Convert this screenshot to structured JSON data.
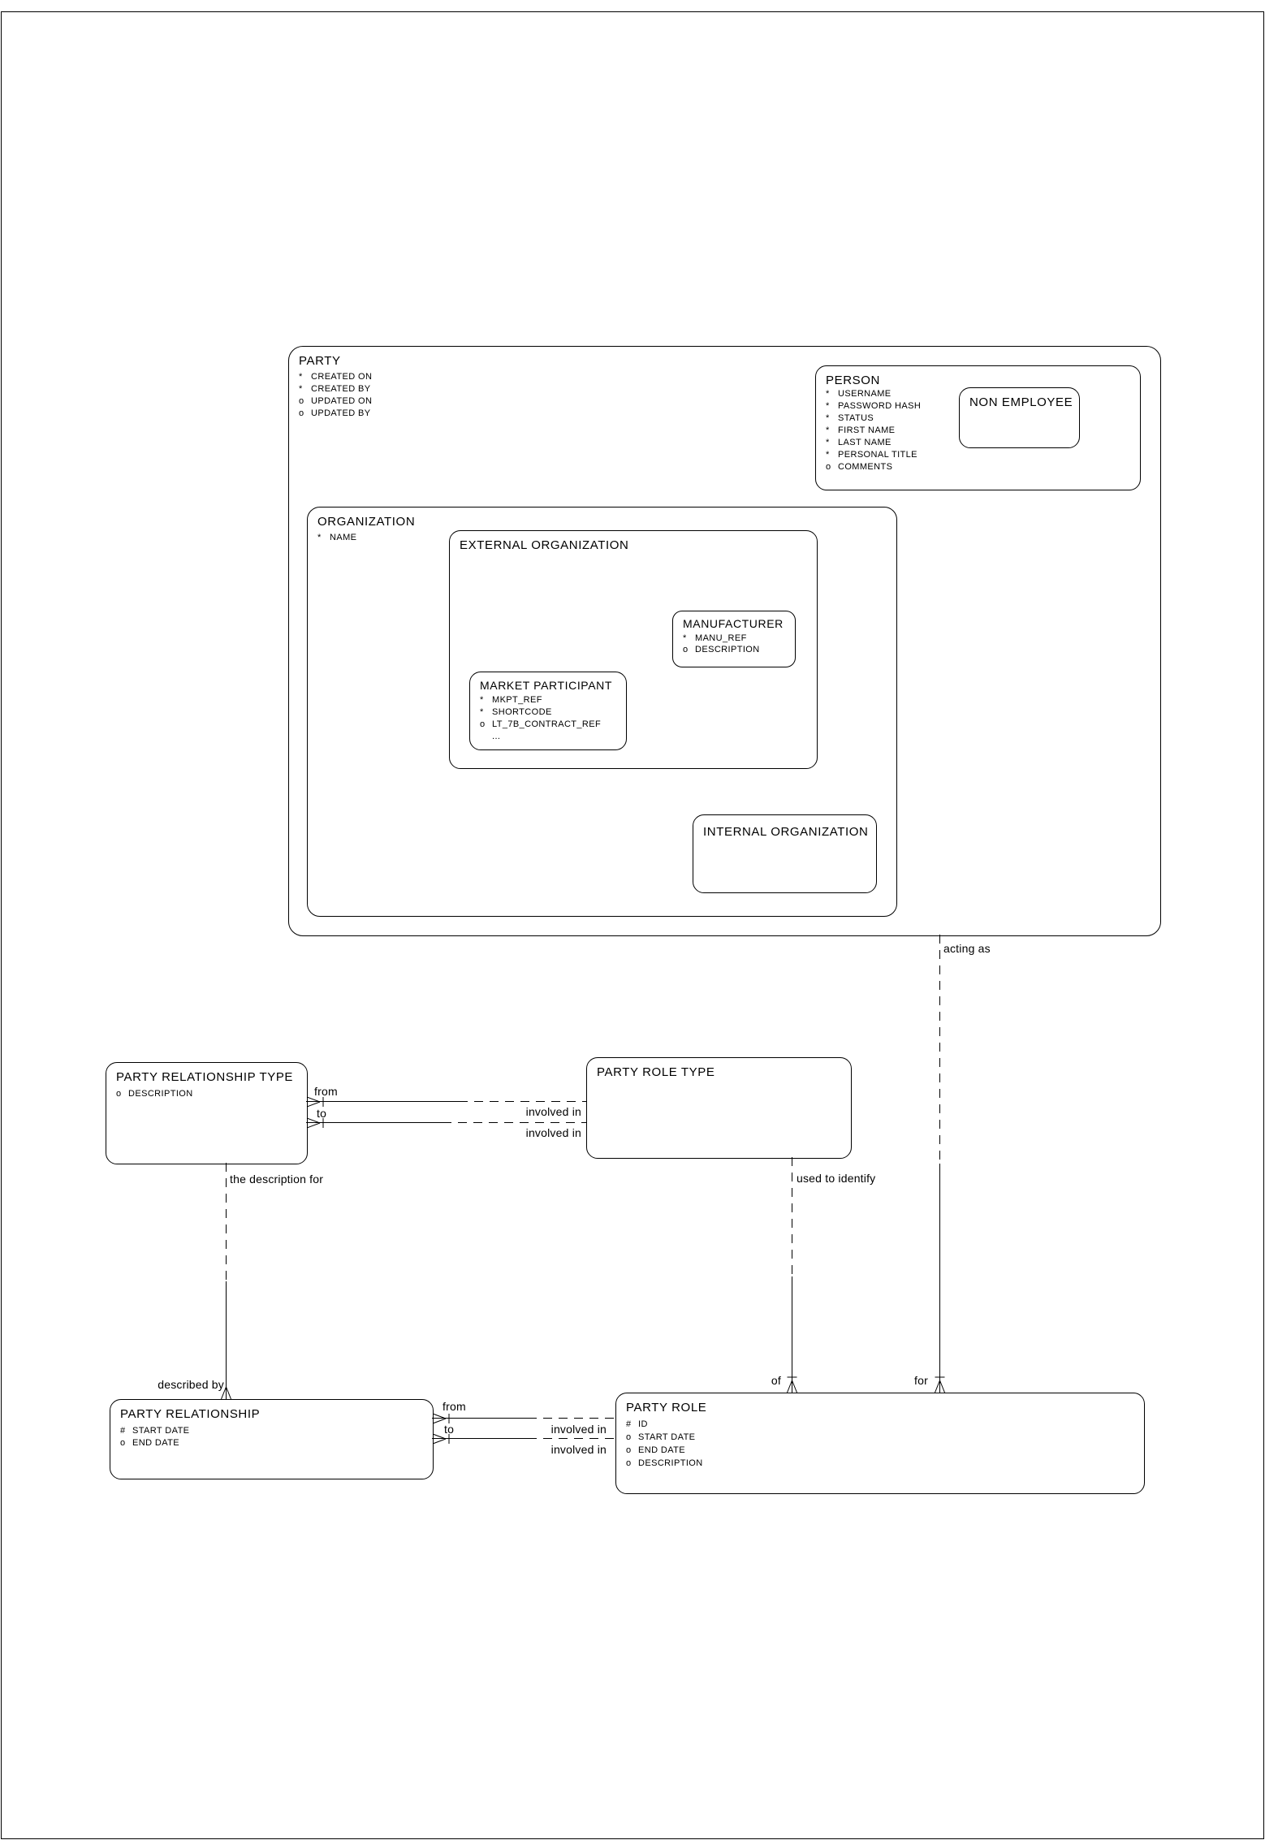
{
  "diagram": {
    "colors": {
      "line": "#000000",
      "background": "#ffffff"
    },
    "entities": {
      "party": {
        "title": "PARTY",
        "attributes": [
          {
            "flag": "*",
            "name": "CREATED ON"
          },
          {
            "flag": "*",
            "name": "CREATED BY"
          },
          {
            "flag": "o",
            "name": "UPDATED ON"
          },
          {
            "flag": "o",
            "name": "UPDATED BY"
          }
        ]
      },
      "person": {
        "title": "PERSON",
        "attributes": [
          {
            "flag": "*",
            "name": "USERNAME"
          },
          {
            "flag": "*",
            "name": "PASSWORD HASH"
          },
          {
            "flag": "*",
            "name": "STATUS"
          },
          {
            "flag": "*",
            "name": "FIRST NAME"
          },
          {
            "flag": "*",
            "name": "LAST NAME"
          },
          {
            "flag": "*",
            "name": "PERSONAL TITLE"
          },
          {
            "flag": "o",
            "name": "COMMENTS"
          }
        ]
      },
      "non_employee": {
        "title": "NON EMPLOYEE",
        "attributes": []
      },
      "organization": {
        "title": "ORGANIZATION",
        "attributes": [
          {
            "flag": "*",
            "name": "NAME"
          }
        ]
      },
      "external_organization": {
        "title": "EXTERNAL ORGANIZATION",
        "attributes": []
      },
      "manufacturer": {
        "title": "MANUFACTURER",
        "attributes": [
          {
            "flag": "*",
            "name": "MANU_REF"
          },
          {
            "flag": "o",
            "name": "DESCRIPTION"
          }
        ]
      },
      "market_participant": {
        "title": "MARKET PARTICIPANT",
        "attributes": [
          {
            "flag": "*",
            "name": "MKPT_REF"
          },
          {
            "flag": "*",
            "name": "SHORTCODE"
          },
          {
            "flag": "o",
            "name": "LT_7B_CONTRACT_REF"
          },
          {
            "flag": "",
            "name": "..."
          }
        ]
      },
      "internal_organization": {
        "title": "INTERNAL ORGANIZATION",
        "attributes": []
      },
      "party_relationship_type": {
        "title": "PARTY RELATIONSHIP TYPE",
        "attributes": [
          {
            "flag": "o",
            "name": "DESCRIPTION"
          }
        ]
      },
      "party_role_type": {
        "title": "PARTY ROLE TYPE",
        "attributes": []
      },
      "party_relationship": {
        "title": "PARTY RELATIONSHIP",
        "attributes": [
          {
            "flag": "#",
            "name": "START DATE"
          },
          {
            "flag": "o",
            "name": "END DATE"
          }
        ]
      },
      "party_role": {
        "title": "PARTY ROLE",
        "attributes": [
          {
            "flag": "#",
            "name": "ID"
          },
          {
            "flag": "o",
            "name": "START DATE"
          },
          {
            "flag": "o",
            "name": "END DATE"
          },
          {
            "flag": "o",
            "name": "DESCRIPTION"
          }
        ]
      }
    },
    "relationships": {
      "acting_as": "acting as",
      "for_label": "for",
      "of_label": "of",
      "used_to_identify": "used to identify",
      "the_description_for": "the description for",
      "described_by": "described by",
      "type_from": "from",
      "type_to": "to",
      "type_involved_in_1": "involved in",
      "type_involved_in_2": "involved in",
      "rel_from": "from",
      "rel_to": "to",
      "rel_involved_in_1": "involved in",
      "rel_involved_in_2": "involved in"
    }
  }
}
